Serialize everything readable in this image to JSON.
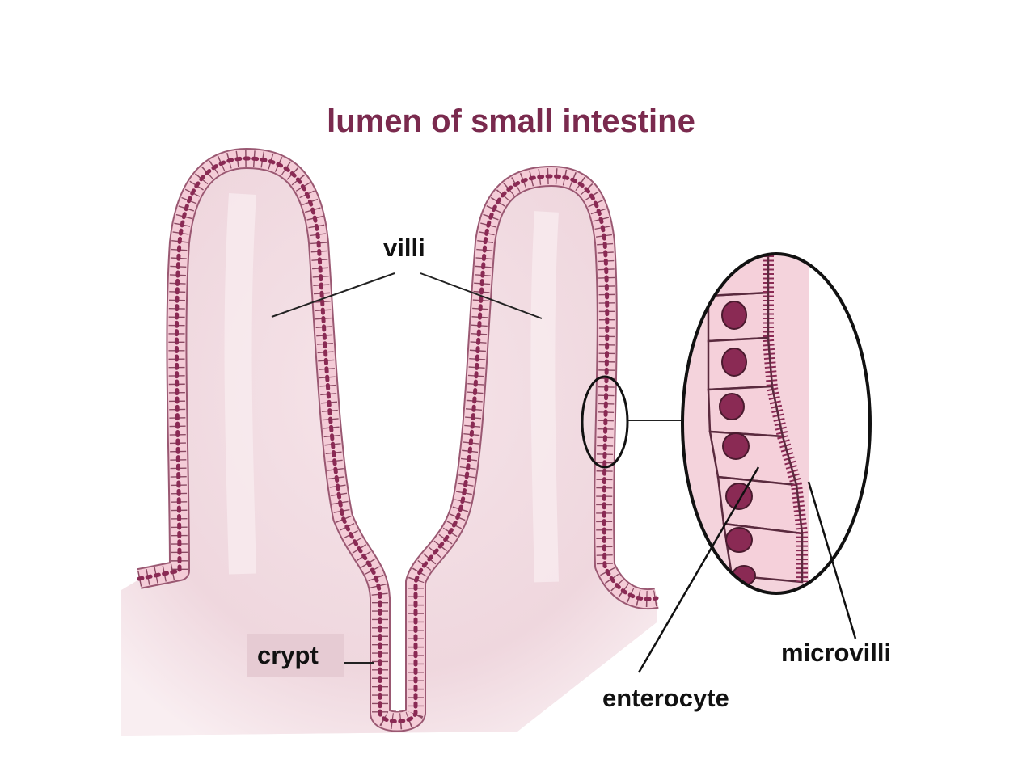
{
  "title": "lumen of small intestine",
  "labels": {
    "villi": "villi",
    "crypt": "crypt",
    "microvilli": "microvilli",
    "enterocyte": "enterocyte"
  },
  "colors": {
    "title": "#7a2a4e",
    "tissue": "#f2dde3",
    "cell_fill": "#f4ccd7",
    "cell_outline": "#8a4a63",
    "nucleus": "#8a2a54",
    "label_bg": "#e6cbd3"
  }
}
